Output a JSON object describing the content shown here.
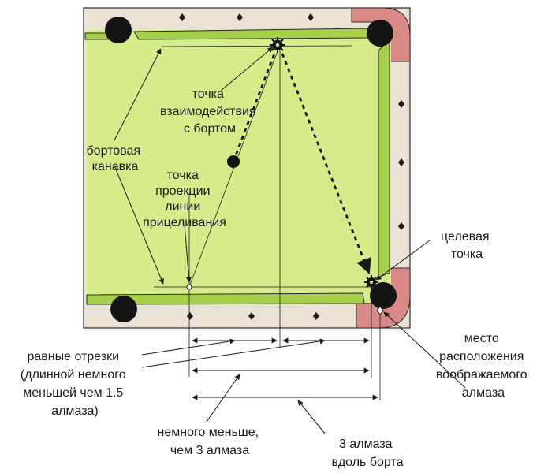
{
  "colors": {
    "felt": "#d6ec8a",
    "rail": "#eae2d4",
    "cushion_edge": "#a6cf4a",
    "corner_accent": "#d98a86",
    "line": "#1a1a1a",
    "background": "#ffffff"
  },
  "labels": {
    "contact_point": [
      "точка",
      "взаимодействия",
      "с бортом"
    ],
    "rail_groove": [
      "бортовая",
      "канавка"
    ],
    "aim_projection": [
      "точка",
      "проекции",
      "линии",
      "прицеливания"
    ],
    "target_point": [
      "целевая",
      "точка"
    ],
    "imaginary_diamond": [
      "место",
      "расположения",
      "воображаемого",
      "алмаза"
    ],
    "equal_segments": [
      "равные отрезки",
      "(длинной немного",
      "меньшей чем 1.5",
      "алмаза)"
    ],
    "less_than_3": [
      "немного меньше,",
      "чем 3 алмаза"
    ],
    "three_diamonds": [
      "3 алмаза",
      "вдоль борта"
    ]
  }
}
